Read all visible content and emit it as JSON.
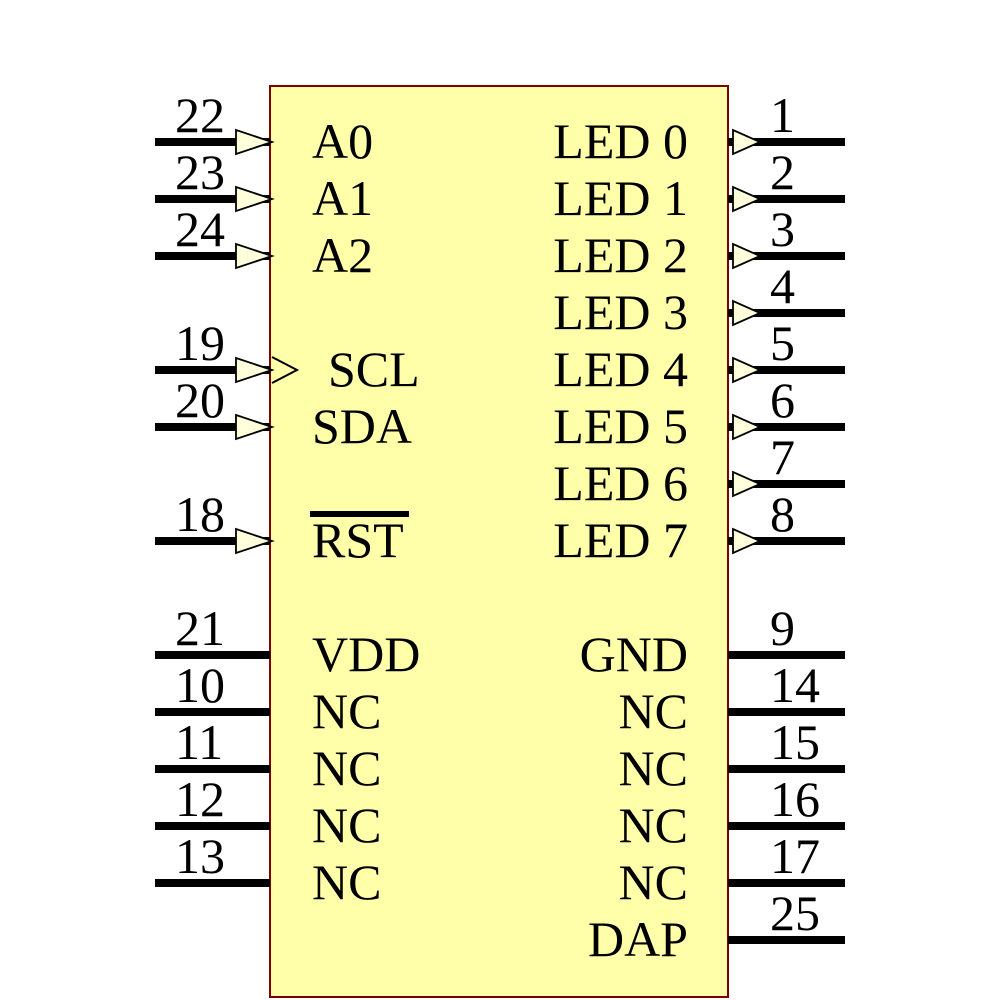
{
  "component": {
    "kind": "ic-schematic-symbol",
    "colors": {
      "background": "#FFFFFF",
      "body_fill": "#FFFFAA",
      "body_border": "#7C0000",
      "arrow_fill": "#FFFFDC",
      "line": "#000000",
      "text": "#000000"
    },
    "pins": {
      "left": [
        {
          "number": "22",
          "label": "A0",
          "row": 0,
          "type": "input"
        },
        {
          "number": "23",
          "label": "A1",
          "row": 1,
          "type": "input"
        },
        {
          "number": "24",
          "label": "A2",
          "row": 2,
          "type": "input"
        },
        {
          "number": "19",
          "label": "SCL",
          "row": 4,
          "type": "input",
          "clock": true
        },
        {
          "number": "20",
          "label": "SDA",
          "row": 5,
          "type": "input"
        },
        {
          "number": "18",
          "label": "RST",
          "row": 7,
          "type": "input",
          "active_low": true
        },
        {
          "number": "21",
          "label": "VDD",
          "row": 9,
          "type": "passive"
        },
        {
          "number": "10",
          "label": "NC",
          "row": 10,
          "type": "passive"
        },
        {
          "number": "11",
          "label": "NC",
          "row": 11,
          "type": "passive"
        },
        {
          "number": "12",
          "label": "NC",
          "row": 12,
          "type": "passive"
        },
        {
          "number": "13",
          "label": "NC",
          "row": 13,
          "type": "passive"
        }
      ],
      "right": [
        {
          "number": "1",
          "label": "LED 0",
          "row": 0,
          "type": "output"
        },
        {
          "number": "2",
          "label": "LED 1",
          "row": 1,
          "type": "output"
        },
        {
          "number": "3",
          "label": "LED 2",
          "row": 2,
          "type": "output"
        },
        {
          "number": "4",
          "label": "LED 3",
          "row": 3,
          "type": "output"
        },
        {
          "number": "5",
          "label": "LED 4",
          "row": 4,
          "type": "output"
        },
        {
          "number": "6",
          "label": "LED 5",
          "row": 5,
          "type": "output"
        },
        {
          "number": "7",
          "label": "LED 6",
          "row": 6,
          "type": "output"
        },
        {
          "number": "8",
          "label": "LED 7",
          "row": 7,
          "type": "output"
        },
        {
          "number": "9",
          "label": "GND",
          "row": 9,
          "type": "passive"
        },
        {
          "number": "14",
          "label": "NC",
          "row": 10,
          "type": "passive"
        },
        {
          "number": "15",
          "label": "NC",
          "row": 11,
          "type": "passive"
        },
        {
          "number": "16",
          "label": "NC",
          "row": 12,
          "type": "passive"
        },
        {
          "number": "17",
          "label": "NC",
          "row": 13,
          "type": "passive"
        },
        {
          "number": "25",
          "label": "DAP",
          "row": 14,
          "type": "passive"
        }
      ]
    }
  }
}
